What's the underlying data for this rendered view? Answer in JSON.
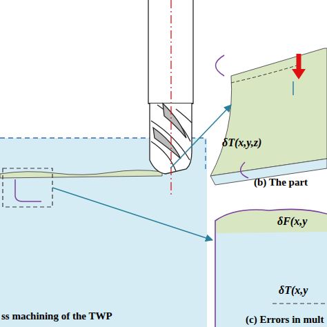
{
  "diagram": {
    "labels": [
      "ss machining of the TWP",
      "(b) The part",
      "(c) Errors in mult",
      "δT(x,y,z)",
      "δF(x,y",
      "δT(x,y"
    ]
  }
}
